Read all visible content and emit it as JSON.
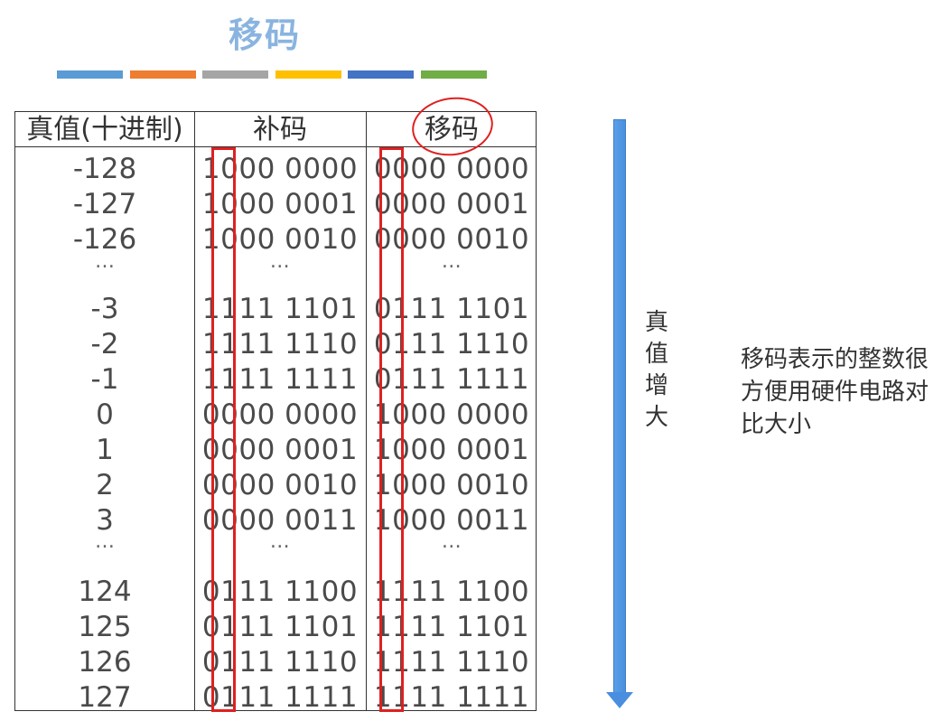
{
  "title": "移码",
  "bar_colors": [
    "#5b9bd5",
    "#ed7d31",
    "#a5a5a5",
    "#ffc000",
    "#4472c4",
    "#70ad47"
  ],
  "table": {
    "headers": [
      "真值(十进制)",
      "补码",
      "移码"
    ],
    "rows": [
      [
        "-128",
        "1000 0000",
        "0000 0000"
      ],
      [
        "-127",
        "1000 0001",
        "0000 0001"
      ],
      [
        "-126",
        "1000 0010",
        "0000 0010"
      ],
      [
        "…",
        "…",
        "…"
      ],
      [
        "-3",
        "1111 1101",
        "0111 1101"
      ],
      [
        "-2",
        "1111 1110",
        "0111 1110"
      ],
      [
        "-1",
        "1111 1111",
        "0111 1111"
      ],
      [
        "0",
        "0000 0000",
        "1000 0000"
      ],
      [
        "1",
        "0000 0001",
        "1000 0001"
      ],
      [
        "2",
        "0000 0010",
        "1000 0010"
      ],
      [
        "3",
        "0000 0011",
        "1000 0011"
      ],
      [
        "…",
        "…",
        "…"
      ],
      [
        "124",
        "0111 1100",
        "1111 1100"
      ],
      [
        "125",
        "0111 1101",
        "1111 1101"
      ],
      [
        "126",
        "0111 1110",
        "1111 1110"
      ],
      [
        "127",
        "0111 1111",
        "1111 1111"
      ]
    ]
  },
  "arrow_label": "真值增大",
  "note": "移码表示的整数很方便用硬件电路对比大小",
  "accent_red": "#e02020",
  "arrow_blue": "#4a8ee0"
}
